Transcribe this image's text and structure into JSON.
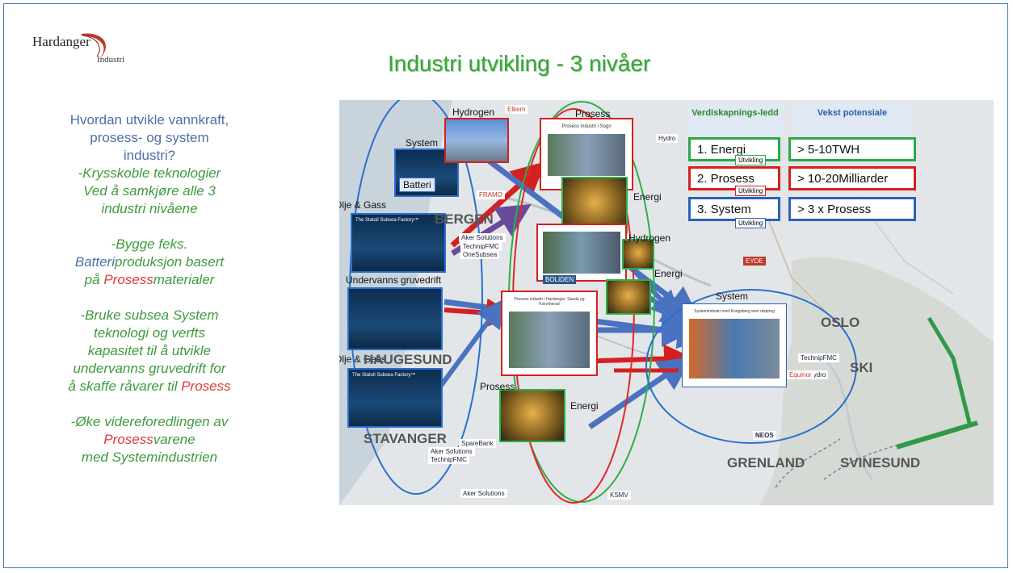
{
  "logo": {
    "word": "Hardanger",
    "sub": "Industri"
  },
  "title": "Industri utvikling - 3 nivåer",
  "left_text": [
    [
      "Hvordan utvikle vannkraft,",
      "prosess- og system",
      "industri?"
    ],
    [
      "-Krysskoble teknologier",
      "Ved å samkjøre alle 3",
      "industri nivåene"
    ],
    [
      "-Bygge feks.",
      "Batteri",
      "produksjon basert",
      "på ",
      "Prosess",
      "materialer"
    ],
    [
      "-Bruke subsea System",
      "teknologi og verfts",
      "kapasitet til å utvikle",
      "undervanns gruvedrift for",
      "å skaffe råvarer til ",
      "Prosess"
    ],
    [
      "-Øke videreforedlingen av",
      "Prosess",
      "varene",
      "med Systemindustrien"
    ]
  ],
  "map_labels": {
    "hydrogen1": "Hydrogen",
    "prosess1": "Prosess",
    "system1": "System",
    "batteri": "Batteri",
    "energi1": "Energi",
    "olje1": "Olje & Gass",
    "hydrogen2": "Hydrogen",
    "energi2": "Energi",
    "gruve": "Undervanns gruvedrift",
    "system2": "System",
    "olje2": "Olje & Gass",
    "prosess2": "Prosess",
    "energi3": "Energi"
  },
  "cities": [
    "BERGEN",
    "HAUGESUND",
    "STAVANGER",
    "OSLO",
    "SKI",
    "GRENLAND",
    "SVINESUND"
  ],
  "slide_titles": {
    "s1": "Prosess industri i Sogn",
    "s2": "Prosess industri i Hardanger, Sauda og Kvinnherad",
    "s3": "Systemindustri med Kongsberg som utspring",
    "subsea1": "The Statoil Subsea Factory™",
    "subsea2": "The Statoil Subsea Factory™"
  },
  "company_logos": [
    "Elkem",
    "Hydro",
    "FRAMO",
    "Aker Solutions",
    "TechnipFMC",
    "OneSubsea",
    "BOLIDEN",
    "SpareBank",
    "Aker Solutions",
    "TechnipFMC",
    "Aker Solutions",
    "KSMV",
    "Hydro",
    "TechnipFMC",
    "NEOS",
    "Equinor",
    "EYDE"
  ],
  "table": {
    "head1": "Verdiskapnings-ledd",
    "head2": "Vekst potensiale",
    "rows": [
      {
        "level": "1. Energi",
        "growth": "> 5-10TWH",
        "tag": "Utvikling",
        "color": "#2aa84a"
      },
      {
        "level": "2. Prosess",
        "growth": "> 10-20Milliarder",
        "tag": "Utvikling",
        "color": "#d42020"
      },
      {
        "level": "3. System",
        "growth": "> 3 x Prosess",
        "tag": "Utvikling",
        "color": "#2a62b8"
      }
    ]
  },
  "colors": {
    "title": "#3aa53a",
    "system": "#2a62b8",
    "prosess": "#d42020",
    "energi": "#2aa84a"
  }
}
